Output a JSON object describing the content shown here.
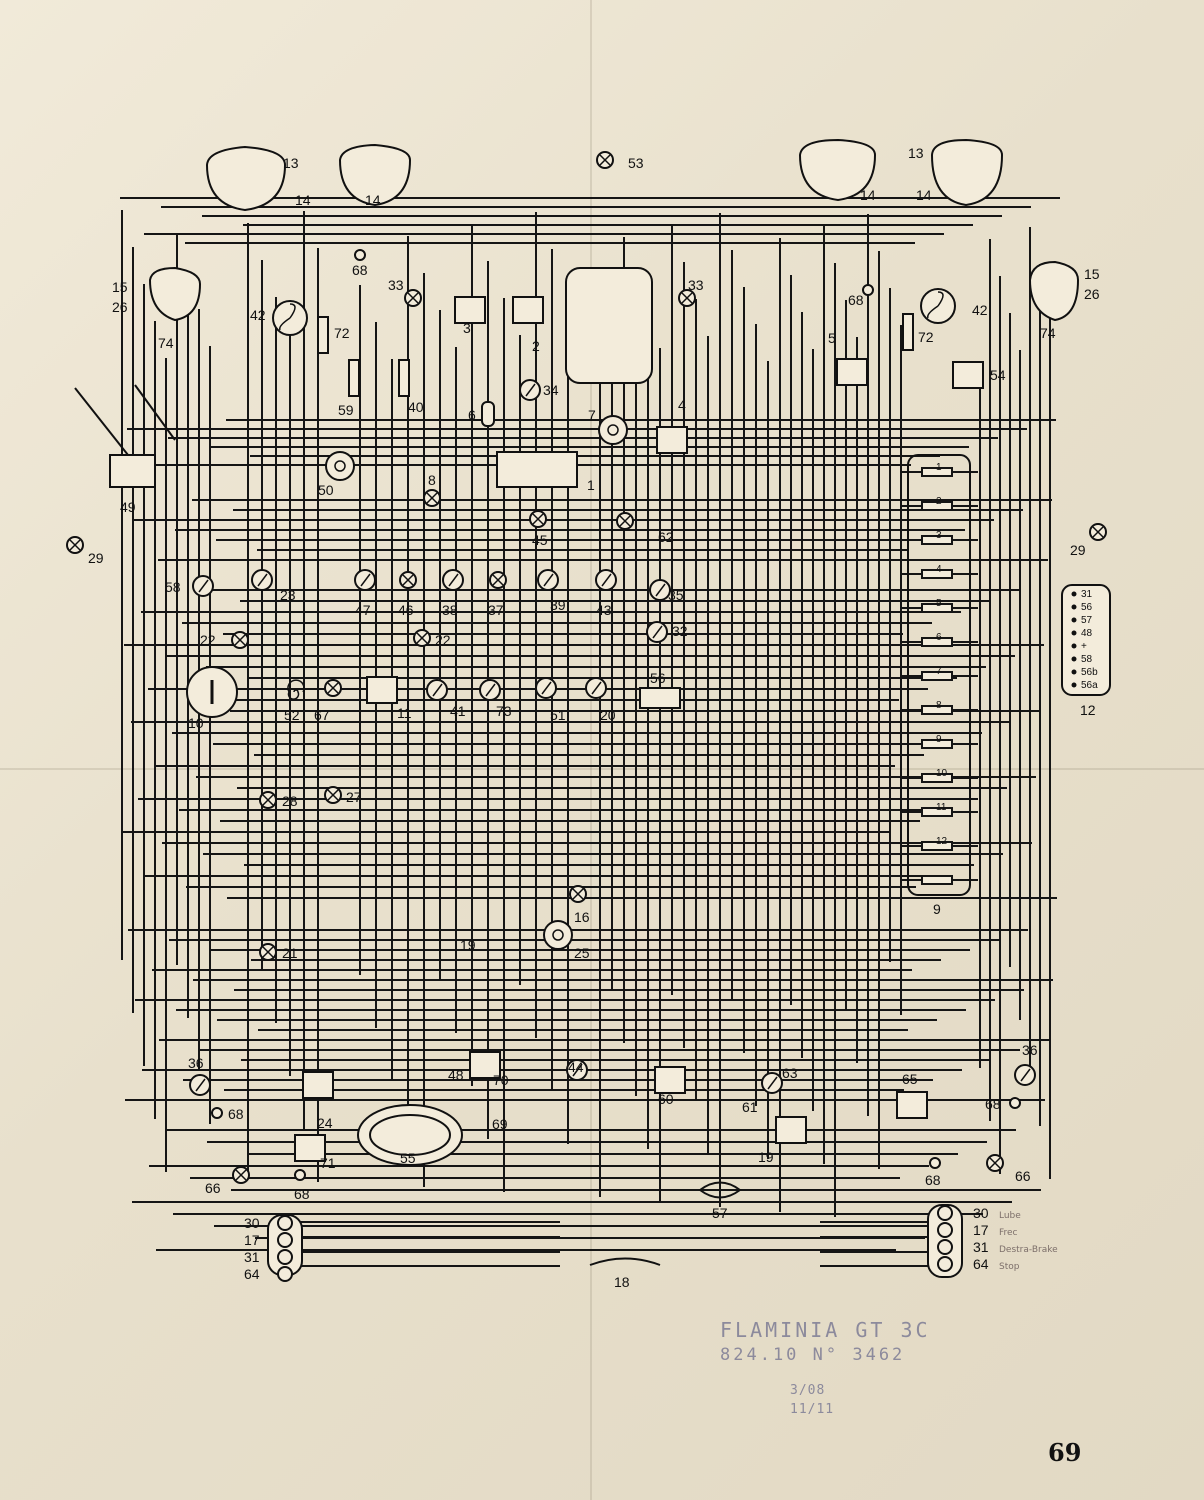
{
  "notes": {
    "model": "FLAMINIA GT 3C",
    "code": "824.10  N° 3462",
    "date1": "3/08",
    "date2": "11/11",
    "page_number": "69"
  },
  "legend_right": [
    "30",
    "17",
    "31",
    "64"
  ],
  "legend_right_notes": [
    "Lube",
    "Frec",
    "Destra-Brake",
    "Stop"
  ],
  "legend_left": [
    "30",
    "17",
    "31",
    "64"
  ],
  "connector_12_pins": [
    "31",
    "56",
    "57",
    "48",
    "+",
    "58",
    "56b",
    "56a"
  ],
  "headlamp_labels": [
    "13",
    "14",
    "14",
    "14",
    "13",
    "14",
    "15",
    "26",
    "74",
    "15",
    "26",
    "74"
  ],
  "components": [
    {
      "id": "c53",
      "label": "53"
    },
    {
      "id": "c68a",
      "label": "68"
    },
    {
      "id": "c68b",
      "label": "68"
    },
    {
      "id": "c33a",
      "label": "33"
    },
    {
      "id": "c33b",
      "label": "33"
    },
    {
      "id": "c3",
      "label": "3"
    },
    {
      "id": "c2",
      "label": "2"
    },
    {
      "id": "c42a",
      "label": "42"
    },
    {
      "id": "c42b",
      "label": "42"
    },
    {
      "id": "c72a",
      "label": "72"
    },
    {
      "id": "c72b",
      "label": "72"
    },
    {
      "id": "c5",
      "label": "5"
    },
    {
      "id": "c54",
      "label": "54"
    },
    {
      "id": "c34",
      "label": "34"
    },
    {
      "id": "c59",
      "label": "59"
    },
    {
      "id": "c40",
      "label": "40"
    },
    {
      "id": "c6",
      "label": "6"
    },
    {
      "id": "c7",
      "label": "7"
    },
    {
      "id": "c4",
      "label": "4"
    },
    {
      "id": "c1",
      "label": "1"
    },
    {
      "id": "c49",
      "label": "49"
    },
    {
      "id": "c50",
      "label": "50"
    },
    {
      "id": "c8",
      "label": "8"
    },
    {
      "id": "c45",
      "label": "45"
    },
    {
      "id": "c62",
      "label": "62"
    },
    {
      "id": "c29a",
      "label": "29"
    },
    {
      "id": "c29b",
      "label": "29"
    },
    {
      "id": "c58",
      "label": "58"
    },
    {
      "id": "c23",
      "label": "23"
    },
    {
      "id": "c47",
      "label": "47"
    },
    {
      "id": "c46",
      "label": "46"
    },
    {
      "id": "c38",
      "label": "38"
    },
    {
      "id": "c37",
      "label": "37"
    },
    {
      "id": "c39",
      "label": "39"
    },
    {
      "id": "c43",
      "label": "43"
    },
    {
      "id": "c35",
      "label": "35"
    },
    {
      "id": "c32",
      "label": "32"
    },
    {
      "id": "c22a",
      "label": "22"
    },
    {
      "id": "c22b",
      "label": "22"
    },
    {
      "id": "c10",
      "label": "10"
    },
    {
      "id": "c52",
      "label": "52"
    },
    {
      "id": "c67",
      "label": "67"
    },
    {
      "id": "c11",
      "label": "11"
    },
    {
      "id": "c41",
      "label": "41"
    },
    {
      "id": "c73",
      "label": "73"
    },
    {
      "id": "c51",
      "label": "51"
    },
    {
      "id": "c20",
      "label": "20"
    },
    {
      "id": "c56",
      "label": "56"
    },
    {
      "id": "c12",
      "label": "12"
    },
    {
      "id": "c28",
      "label": "28"
    },
    {
      "id": "c27",
      "label": "27"
    },
    {
      "id": "c9",
      "label": "9"
    },
    {
      "id": "c16",
      "label": "16"
    },
    {
      "id": "c25",
      "label": "25"
    },
    {
      "id": "c19a",
      "label": "19"
    },
    {
      "id": "c21",
      "label": "21"
    },
    {
      "id": "c36a",
      "label": "36"
    },
    {
      "id": "c36b",
      "label": "36"
    },
    {
      "id": "c48",
      "label": "48"
    },
    {
      "id": "c70",
      "label": "70"
    },
    {
      "id": "c44",
      "label": "44"
    },
    {
      "id": "c60",
      "label": "60"
    },
    {
      "id": "c61",
      "label": "61"
    },
    {
      "id": "c63",
      "label": "63"
    },
    {
      "id": "c65",
      "label": "65"
    },
    {
      "id": "c68c",
      "label": "68"
    },
    {
      "id": "c68d",
      "label": "68"
    },
    {
      "id": "c68e",
      "label": "68"
    },
    {
      "id": "c68f",
      "label": "68"
    },
    {
      "id": "c24",
      "label": "24"
    },
    {
      "id": "c69",
      "label": "69"
    },
    {
      "id": "c71",
      "label": "71"
    },
    {
      "id": "c55",
      "label": "55"
    },
    {
      "id": "c19b",
      "label": "19"
    },
    {
      "id": "c66a",
      "label": "66"
    },
    {
      "id": "c66b",
      "label": "66"
    },
    {
      "id": "c57",
      "label": "57"
    },
    {
      "id": "c18",
      "label": "18"
    }
  ],
  "fuse_labels": [
    "1",
    "2",
    "3",
    "4",
    "5",
    "6",
    "7",
    "8",
    "9",
    "10",
    "11",
    "12"
  ]
}
